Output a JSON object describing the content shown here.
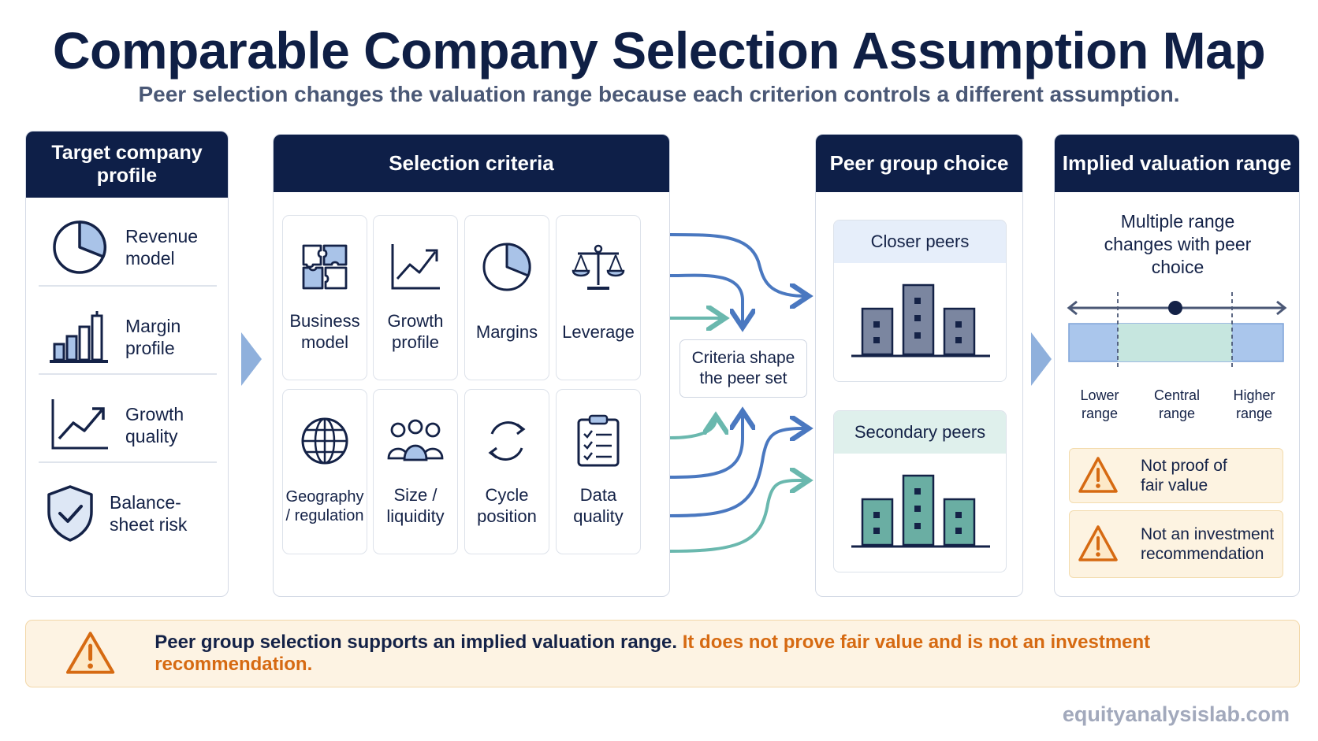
{
  "title": "Comparable Company Selection Assumption Map",
  "subtitle": "Peer selection changes the valuation range because each criterion controls a different assumption.",
  "target_panel": {
    "heading": "Target company profile",
    "items": [
      {
        "label": "Revenue model",
        "icon": "pie-chart-icon"
      },
      {
        "label": "Margin profile",
        "icon": "bar-chart-icon"
      },
      {
        "label": "Growth quality",
        "icon": "trend-up-icon"
      },
      {
        "label": "Balance-sheet risk",
        "icon": "shield-check-icon"
      }
    ]
  },
  "criteria_panel": {
    "heading": "Selection criteria",
    "items": [
      {
        "label": "Business model",
        "icon": "puzzle-icon"
      },
      {
        "label": "Growth profile",
        "icon": "trend-up-icon"
      },
      {
        "label": "Margins",
        "icon": "pie-chart-icon"
      },
      {
        "label": "Leverage",
        "icon": "scale-icon"
      },
      {
        "label": "Geography / regulation",
        "icon": "globe-icon"
      },
      {
        "label": "Size / liquidity",
        "icon": "people-icon"
      },
      {
        "label": "Cycle position",
        "icon": "cycle-icon"
      },
      {
        "label": "Data quality",
        "icon": "checklist-icon"
      }
    ]
  },
  "center_node": "Criteria shape the peer set",
  "peer_panel": {
    "heading": "Peer group choice",
    "groups": [
      {
        "label": "Closer peers",
        "color": "#7b86a0",
        "header_color": "#e6eefa"
      },
      {
        "label": "Secondary peers",
        "color": "#6aaea3",
        "header_color": "#dff0ec"
      }
    ]
  },
  "implied_panel": {
    "heading": "Implied valuation range",
    "caption": "Multiple range changes with peer choice",
    "range_labels": {
      "lower": "Lower range",
      "central": "Central range",
      "higher": "Higher range"
    },
    "warnings": [
      "Not proof of fair value",
      "Not an investment recommendation"
    ]
  },
  "banner": {
    "main": "Peer group selection supports an implied valuation range.",
    "accent": "It does not prove fair value and is not an investment recommendation."
  },
  "footer": "equityanalysislab.com",
  "colors": {
    "navy": "#0e1f48",
    "blue_accent": "#4a78c0",
    "teal_accent": "#6ab8ae",
    "warning_orange": "#d66a12",
    "warning_fill": "#fdf3e3"
  }
}
